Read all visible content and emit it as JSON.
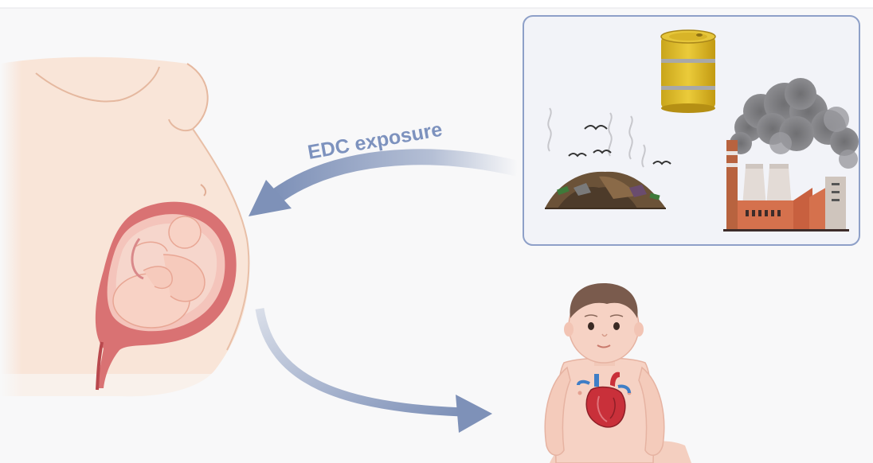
{
  "figure": {
    "exposure_label": "EDC exposure",
    "sources": [
      {
        "name": "oil-barrel"
      },
      {
        "name": "landfill-waste"
      },
      {
        "name": "factory-smoke"
      }
    ],
    "subjects": [
      {
        "name": "pregnant-mother-with-fetus"
      },
      {
        "name": "infant-with-heart"
      }
    ],
    "colors": {
      "arrow": "#7e91b8",
      "arrow_text": "#7d92be",
      "source_box_border": "#8ea0c8",
      "source_box_fill": "#f2f3f8",
      "heart": "#c9303a"
    }
  }
}
